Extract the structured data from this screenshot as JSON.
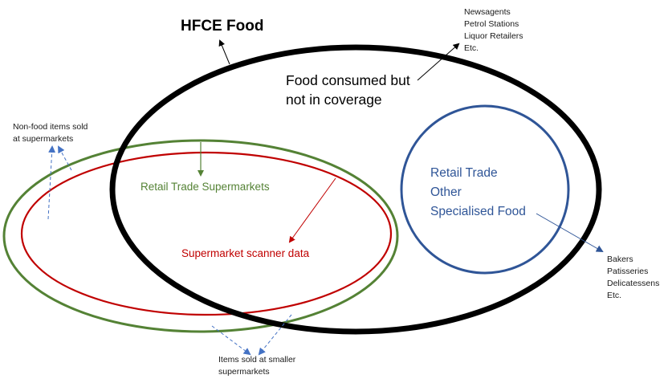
{
  "diagram": {
    "title": "HFCE Food",
    "sets": [
      {
        "id": "hfce-food",
        "label": "HFCE Food",
        "color": "#000000"
      },
      {
        "id": "retail-trade-supermarkets",
        "label": "Retail Trade Supermarkets",
        "color": "#548235"
      },
      {
        "id": "supermarket-scanner-data",
        "label": "Supermarket scanner data",
        "color": "#c00000"
      },
      {
        "id": "retail-trade-other-specialised-food",
        "label": "Retail Trade Other Specialised Food",
        "color": "#2f5597"
      }
    ],
    "labels": {
      "hfce_title": "HFCE Food",
      "food_not_covered": [
        "Food consumed but",
        "not in coverage"
      ],
      "newsagents_list": [
        "Newsagents",
        "Petrol Stations",
        "Liquor Retailers",
        "Etc."
      ],
      "non_food": [
        "Non-food items sold",
        "at supermarkets"
      ],
      "retail_supermarkets": "Retail Trade Supermarkets",
      "scanner_data": "Supermarket scanner data",
      "other_specialised": [
        "Retail Trade",
        "Other",
        "Specialised Food"
      ],
      "bakers_list": [
        "Bakers",
        "Patisseries",
        "Delicatessens",
        "Etc."
      ],
      "smaller_supermarkets": [
        "Items sold at smaller",
        "supermarkets"
      ]
    },
    "colors": {
      "black": "#000000",
      "green": "#548235",
      "red": "#c00000",
      "blue": "#2f5597",
      "dashed_arrow": "#4472c4"
    }
  }
}
